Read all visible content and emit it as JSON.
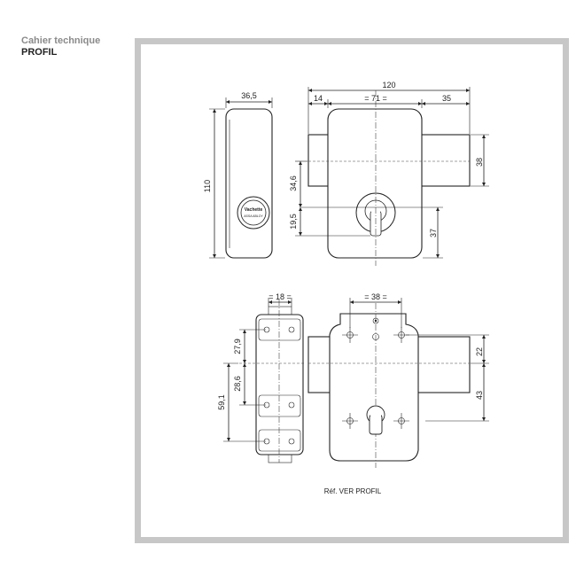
{
  "header": {
    "title_line1": "Cahier technique",
    "title_line2": "PROFIL"
  },
  "top_views": {
    "side_width": "36,5",
    "side_height": "110",
    "overall_width": "120",
    "left_offset": "14",
    "center_spacing": "= 71 =",
    "right_offset": "35",
    "bolt_height": "38",
    "bolt_axis_height": "34,6",
    "cylinder_height": "19,5",
    "bottom_to_axis": "37",
    "cylinder_brand": "Vachette",
    "cylinder_brand_sub": "ASSA ABLOY"
  },
  "bottom_views": {
    "plate_width": "= 18 =",
    "dim_27_9": "27,9",
    "dim_28_6": "28,6",
    "dim_59_1": "59,1",
    "hole_spacing": "= 38 =",
    "dim_22": "22",
    "dim_43": "43"
  },
  "reference": "Réf. VER PROFIL",
  "colors": {
    "frame": "#c7c7c7",
    "ink": "#222222",
    "header_grey": "#8a8a8a"
  }
}
